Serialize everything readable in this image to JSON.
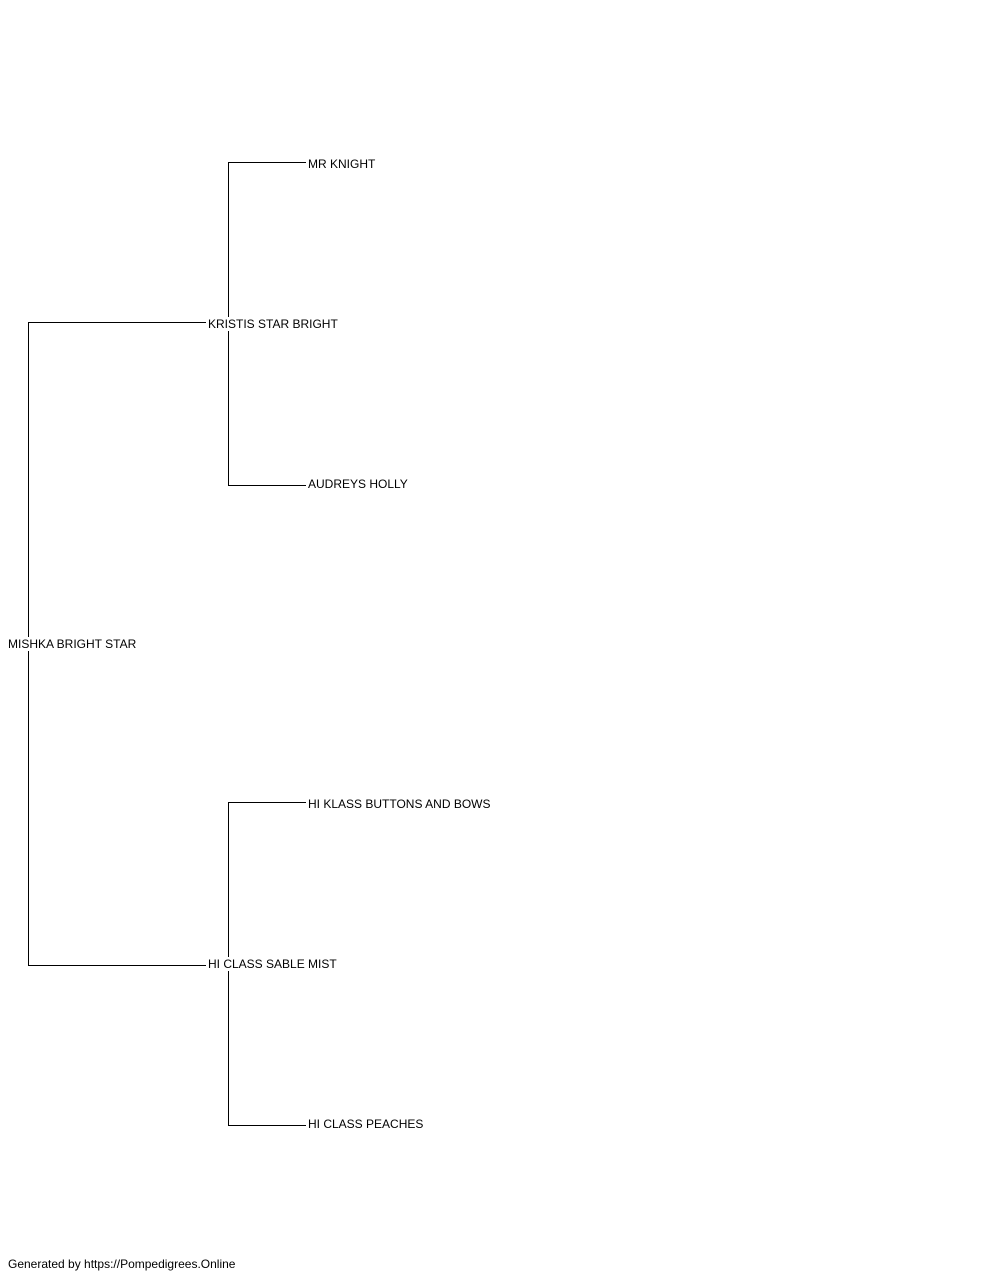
{
  "pedigree": {
    "subject": "MISHKA BRIGHT STAR",
    "sire": {
      "name": "KRISTIS STAR BRIGHT",
      "sire": "MR KNIGHT",
      "dam": "AUDREYS HOLLY"
    },
    "dam": {
      "name": "HI CLASS SABLE MIST",
      "sire": "HI KLASS BUTTONS AND BOWS",
      "dam": "HI CLASS PEACHES"
    }
  },
  "footer": {
    "text": "Generated by https://Pompedigrees.Online"
  },
  "colors": {
    "line": "#000000",
    "text": "#000000",
    "background": "#ffffff"
  }
}
